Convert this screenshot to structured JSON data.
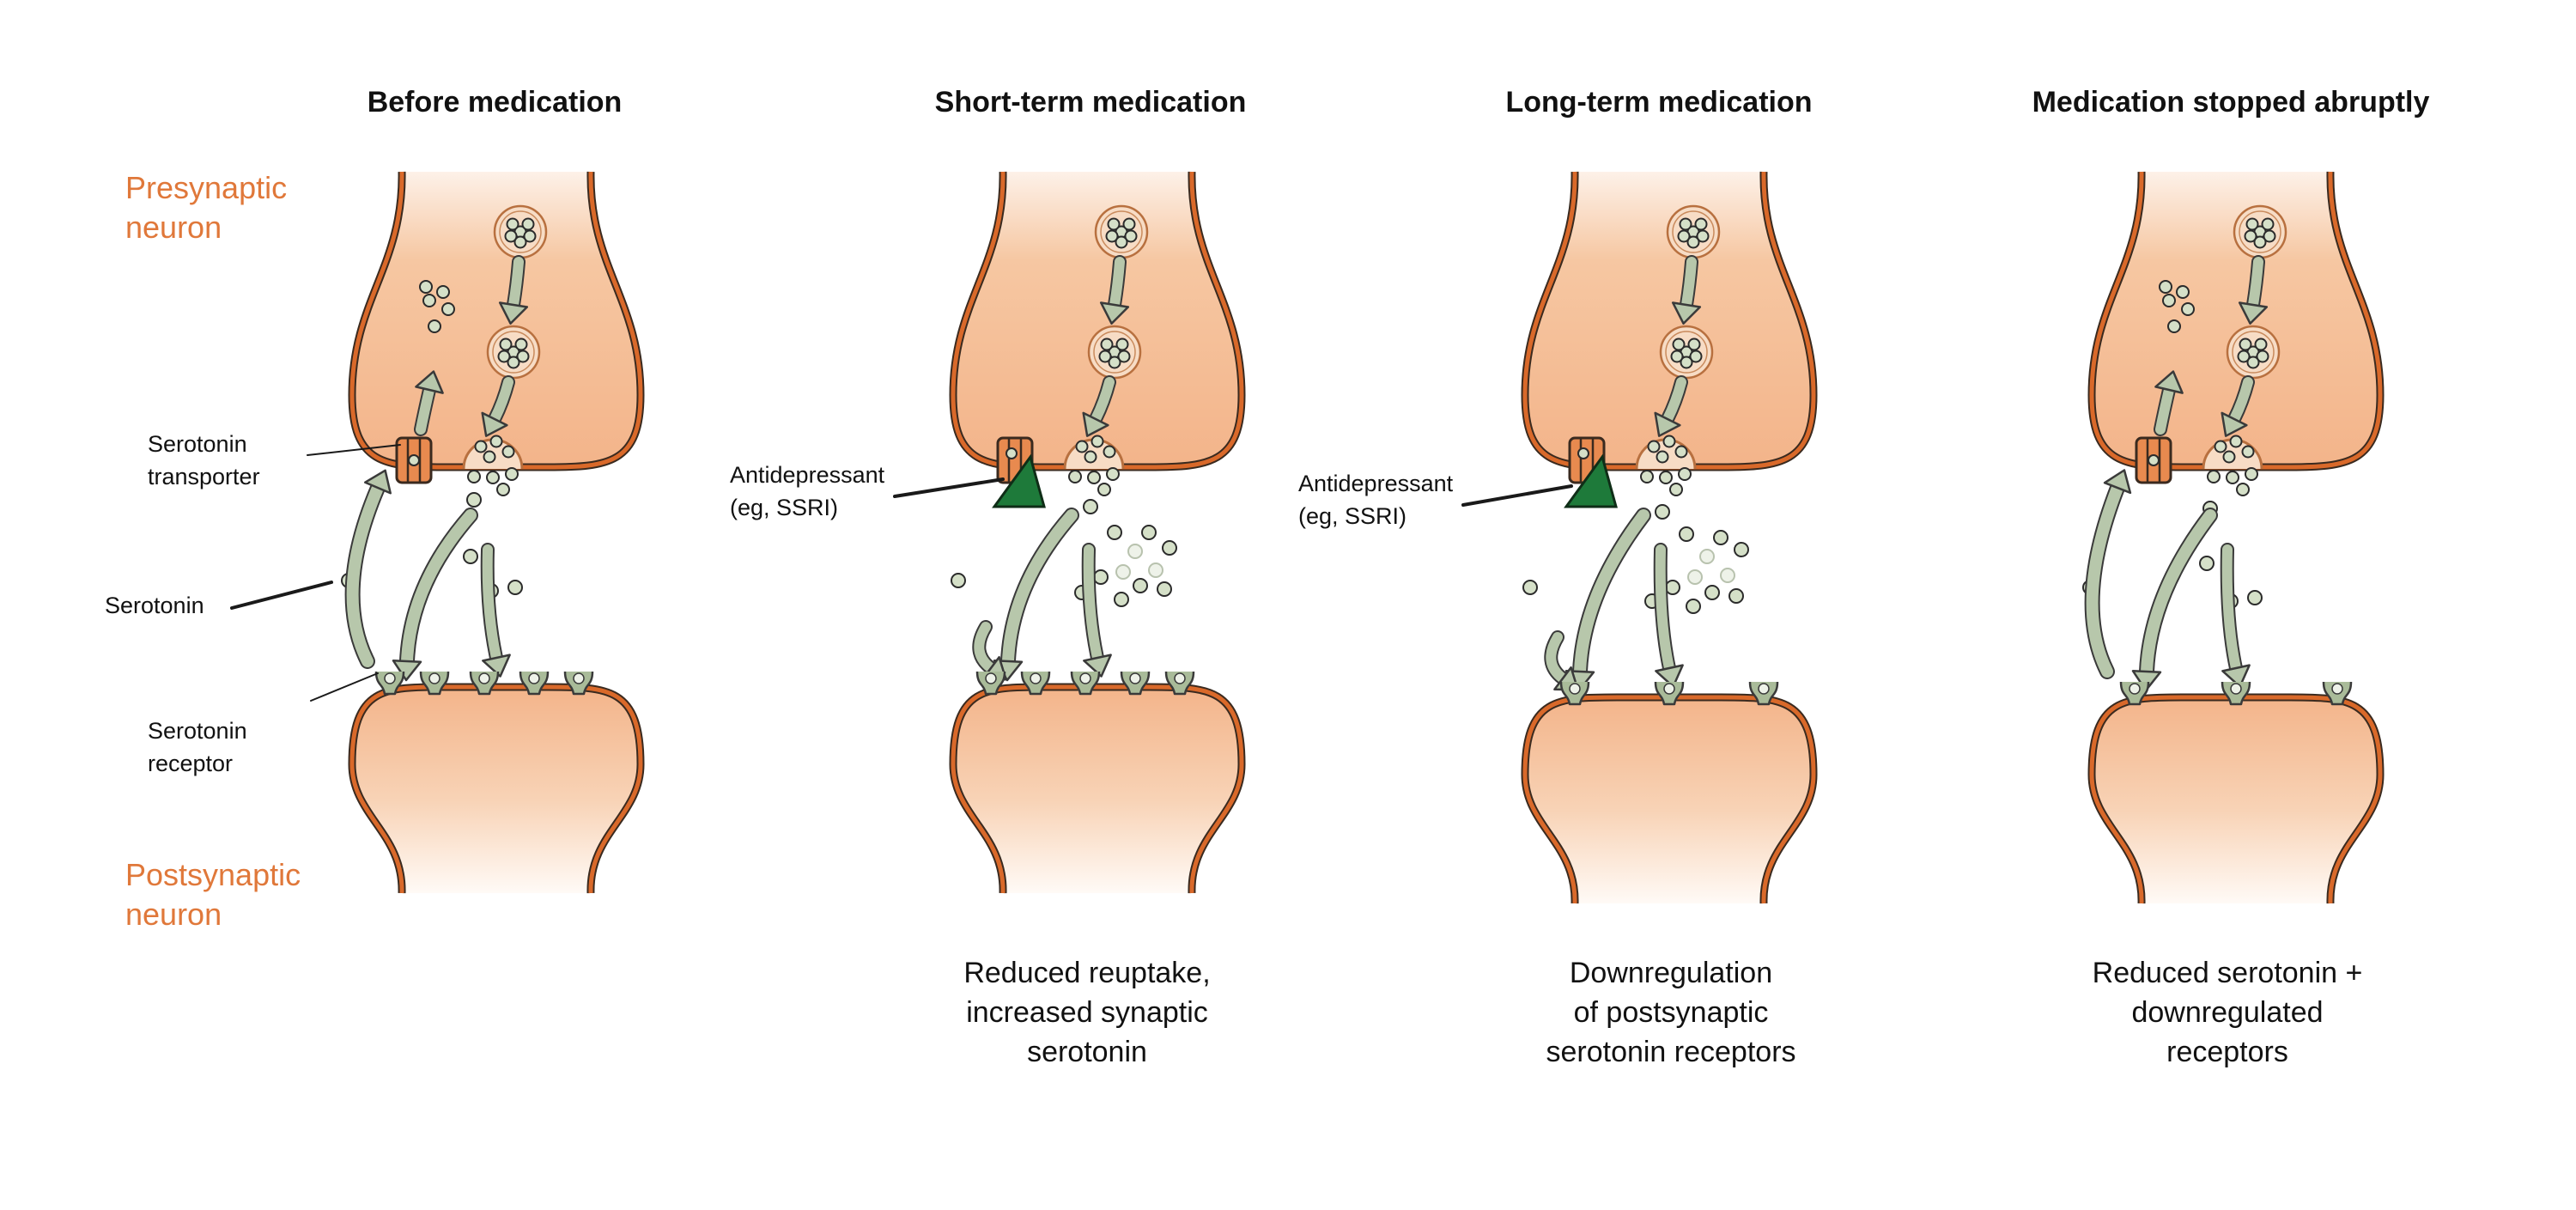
{
  "panels": [
    {
      "title": "Before medication"
    },
    {
      "title": "Short-term medication",
      "caption": [
        "Reduced reuptake,",
        "increased synaptic",
        "serotonin"
      ]
    },
    {
      "title": "Long-term medication",
      "caption": [
        "Downregulation",
        "of postsynaptic",
        "serotonin receptors"
      ]
    },
    {
      "title": "Medication stopped abruptly",
      "caption": [
        "Reduced serotonin +",
        "downregulated",
        "receptors"
      ]
    }
  ],
  "labels": {
    "presynaptic": [
      "Presynaptic",
      "neuron"
    ],
    "postsynaptic": [
      "Postsynaptic",
      "neuron"
    ],
    "serotonin_transporter": [
      "Serotonin",
      "transporter"
    ],
    "serotonin": "Serotonin",
    "serotonin_receptor": [
      "Serotonin",
      "receptor"
    ],
    "antidepressant": [
      "Antidepressant",
      "(eg, SSRI)"
    ]
  },
  "colors": {
    "membrane": "#d9692a",
    "cytoplasm_top": "#f4b98d",
    "cytoplasm_fade": "#fdf1e8",
    "vesicle_fill": "#b9c7ad",
    "serotonin_fill": "#d5e0c8",
    "arrow_fill": "#b7c7ab",
    "ssri": "#1e7a3a",
    "label_orange": "#e0783a"
  },
  "icons": [
    "vesicle-icon",
    "serotonin-molecule-icon",
    "transporter-icon",
    "receptor-icon",
    "ssri-triangle-icon",
    "arrow-icon"
  ]
}
